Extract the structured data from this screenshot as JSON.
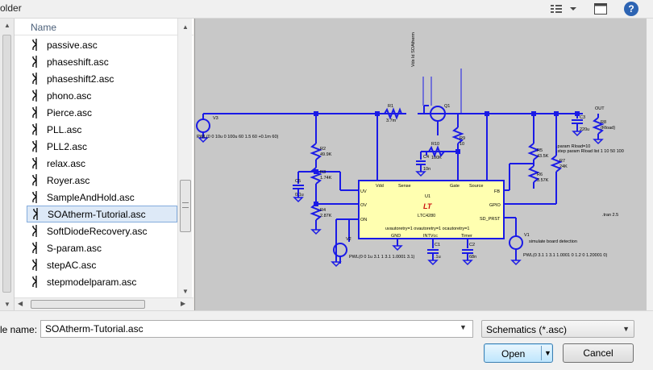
{
  "window": {
    "title_partial": "older",
    "view_icon": "view-details-icon",
    "maximize_icon": "preview-pane-icon",
    "help_icon": "help-icon",
    "help_glyph": "?"
  },
  "file_list": {
    "column_header": "Name",
    "items": [
      {
        "label": "passive.asc",
        "selected": false
      },
      {
        "label": "phaseshift.asc",
        "selected": false
      },
      {
        "label": "phaseshift2.asc",
        "selected": false
      },
      {
        "label": "phono.asc",
        "selected": false
      },
      {
        "label": "Pierce.asc",
        "selected": false
      },
      {
        "label": "PLL.asc",
        "selected": false
      },
      {
        "label": "PLL2.asc",
        "selected": false
      },
      {
        "label": "relax.asc",
        "selected": false
      },
      {
        "label": "Royer.asc",
        "selected": false
      },
      {
        "label": "SampleAndHold.asc",
        "selected": false
      },
      {
        "label": "SOAtherm-Tutorial.asc",
        "selected": true
      },
      {
        "label": "SoftDiodeRecovery.asc",
        "selected": false
      },
      {
        "label": "S-param.asc",
        "selected": false
      },
      {
        "label": "stepAC.asc",
        "selected": false
      },
      {
        "label": "stepmodelparam.asc",
        "selected": false
      }
    ]
  },
  "schematic": {
    "components": {
      "v3": "V3",
      "v3_src": "PWL(0 0 10u 0 100u 60 1.5 60 +0.1m 60)",
      "r1": "R1",
      "r1_val": "3.7m",
      "q1": "Q1",
      "r2": "R2",
      "r2_val": "49.9K",
      "r3": "R3",
      "r3_val": "1.74K",
      "r4": "R4",
      "r4_val": "2.87K",
      "c5": "C5",
      "c5_val": "0.1u",
      "r9": "R9",
      "r9_val": "10",
      "r10": "R10",
      "r10_val": "100K",
      "c4": "C4",
      "c4_val": "10n",
      "c3": "C3",
      "c3_val": "220u",
      "r8": "R8",
      "r8_val": "{Rload}",
      "r5": "R5",
      "r5_val": "43.5K",
      "r6": "R6",
      "r6_val": "3.57K",
      "r7": "R7",
      "r7_val": "24K",
      "u1": "U1",
      "u1_part": "LTC4280",
      "v2": "V2",
      "v2_src": "PWL(0 0 1u 3.1 1 3.1 1.0001 3.1)",
      "v1": "V1",
      "v1_src": "PWL(0 3.1 1 3.1 1.0001 0 1.2 0 1.20001 0)",
      "c1": "C1",
      "c1_val": ".1u",
      "c2": "C2",
      "c2_val": "68n"
    },
    "pins": {
      "vdd": "Vdd",
      "sense": "Sense",
      "gate": "Gate",
      "source": "Source",
      "uv": "UV",
      "ov": "OV",
      "on": "ON",
      "fb": "FB",
      "gpio": "GPIO",
      "sd_prsnt": "SD_PRST",
      "gnd": "GND",
      "intvcc": "INTVcc",
      "timer": "Timer"
    },
    "labels": {
      "out": "OUT",
      "mosfet_labels": "Vds Id SOAtherm",
      "uv_text": "uvautoretry=1  ovautoretry=1  ocautoretry=1",
      "param1": ".param Rload=10",
      "param2": ".step param Rload list 1 10 50 100",
      "tran": ".tran 2.5",
      "simulate": "simulate board detection"
    }
  },
  "bottom": {
    "file_name_label": "le name:",
    "file_name_value": "SOAtherm-Tutorial.asc",
    "file_type_value": "Schematics (*.asc)",
    "open_label": "Open",
    "cancel_label": "Cancel"
  }
}
